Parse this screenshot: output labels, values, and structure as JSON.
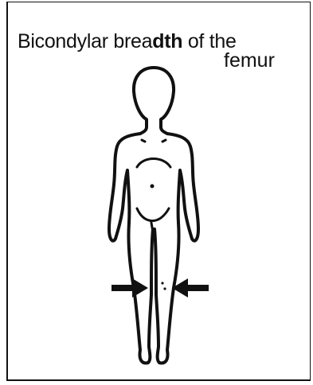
{
  "title": {
    "part1": "Bicondylar brea",
    "part2": "dth",
    "part3": " of the",
    "line2": "femur"
  },
  "colors": {
    "ink": "#111111",
    "background": "#ffffff"
  },
  "icons": {
    "figure": "human-body-front-icon",
    "left_arrow": "arrow-right-icon",
    "right_arrow": "arrow-left-icon"
  }
}
